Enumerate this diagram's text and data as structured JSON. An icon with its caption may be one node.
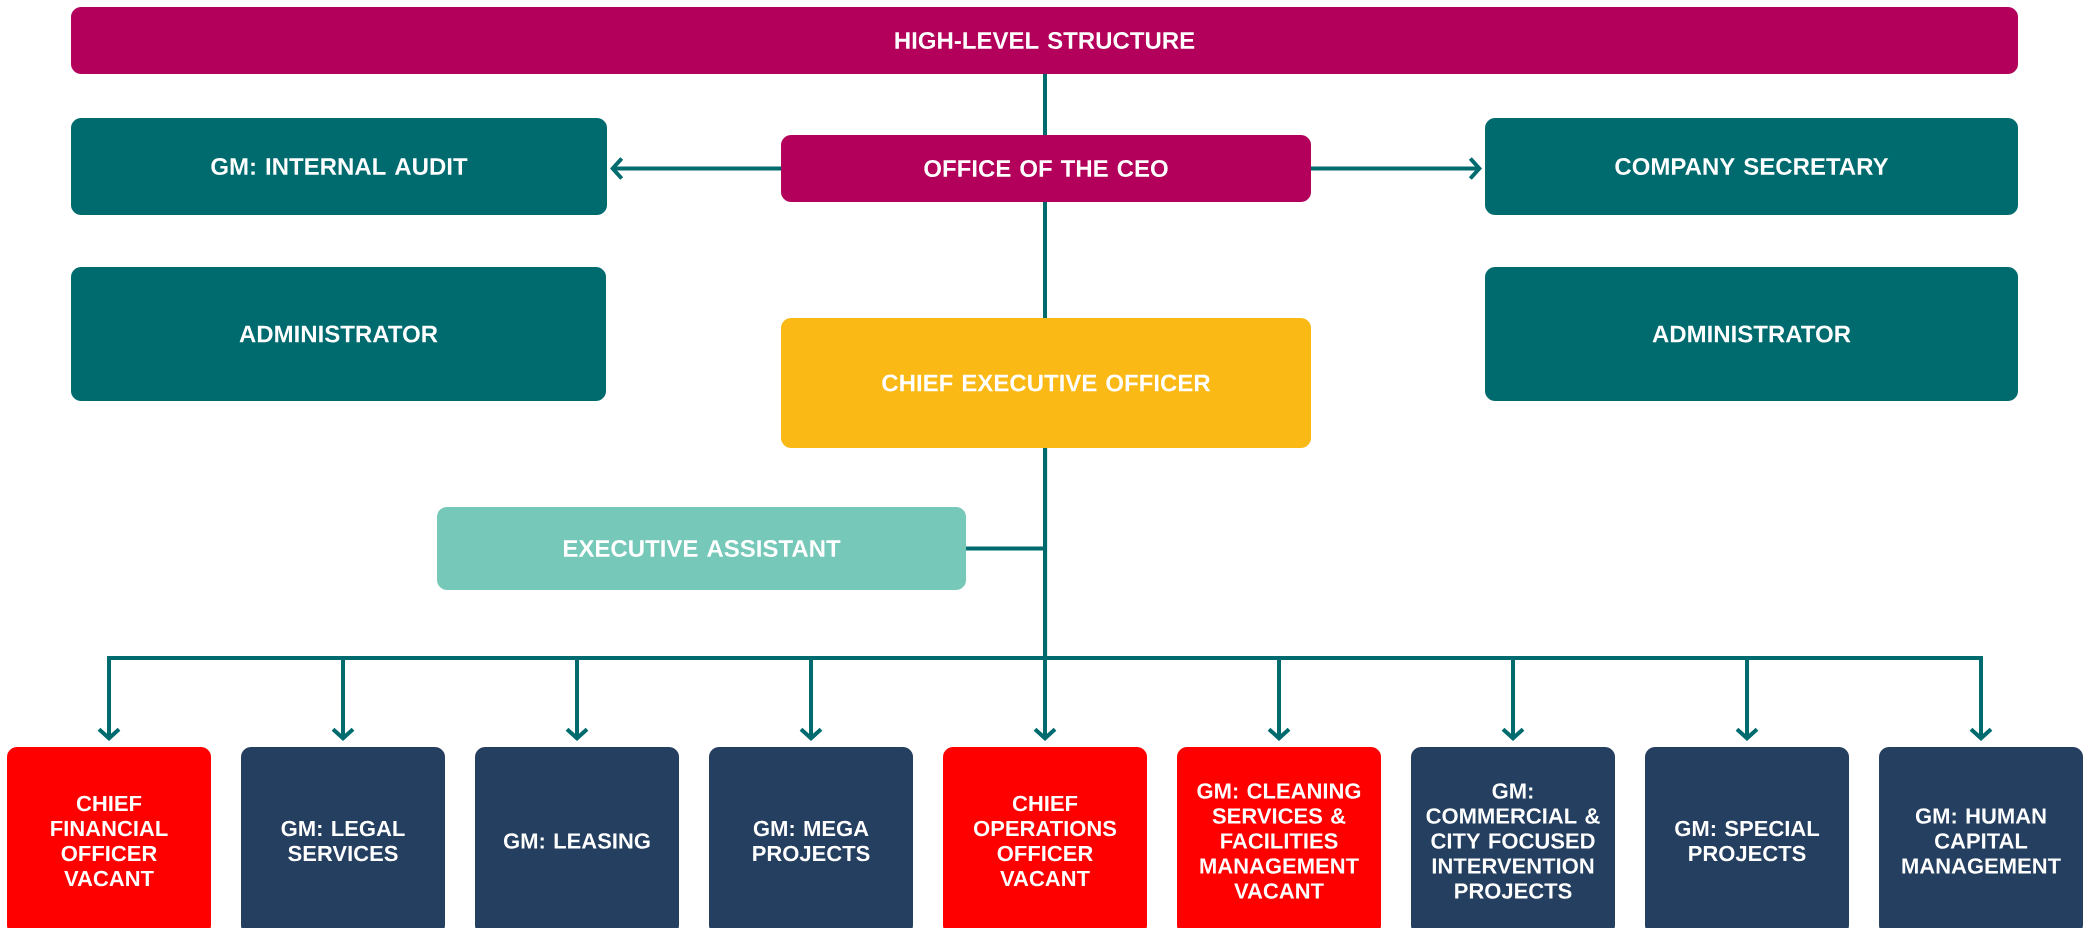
{
  "diagram": {
    "nodes": [
      {
        "text": [
          "HIGH-LEVEL STRUCTURE"
        ]
      },
      {
        "text": [
          "GM: INTERNAL AUDIT"
        ]
      },
      {
        "text": [
          "OFFICE OF THE CEO"
        ]
      },
      {
        "text": [
          "COMPANY SECRETARY"
        ]
      },
      {
        "text": [
          "ADMINISTRATOR"
        ]
      },
      {
        "text": [
          "ADMINISTRATOR"
        ]
      },
      {
        "text": [
          "CHIEF EXECUTIVE OFFICER"
        ]
      },
      {
        "text": [
          "EXECUTIVE ASSISTANT"
        ]
      },
      {
        "text": [
          "CHIEF FINANCIAL OFFICER VACANT"
        ]
      },
      {
        "text": [
          "GM: LEGAL SERVICES"
        ]
      },
      {
        "text": [
          "GM: LEASING"
        ]
      },
      {
        "text": [
          "GM: MEGA PROJECTS"
        ]
      },
      {
        "text": [
          "CHIEF OPERATIONS OFFICER VACANT"
        ]
      },
      {
        "text": [
          "GM: CLEANING SERVICES & FACILITIES MANAGEMENT VACANT"
        ]
      },
      {
        "text": [
          "GM: COMMERCIAL & CITY FOCUSED INTERVENTION PROJECTS"
        ]
      },
      {
        "text": [
          "GM: SPECIAL PROJECTS"
        ]
      },
      {
        "text": [
          "GM: HUMAN CAPITAL MANAGEMENT"
        ]
      }
    ],
    "edges": [
      {
        "from": 0,
        "to": 2,
        "arrow": "none"
      },
      {
        "from": 2,
        "to": 1,
        "arrow": "to"
      },
      {
        "from": 2,
        "to": 3,
        "arrow": "to"
      },
      {
        "from": 2,
        "to": 6,
        "arrow": "none"
      },
      {
        "from": 6,
        "to": 7,
        "arrow": "none"
      },
      {
        "from": 6,
        "to": 8,
        "arrow": "to"
      },
      {
        "from": 6,
        "to": 9,
        "arrow": "to"
      },
      {
        "from": 6,
        "to": 10,
        "arrow": "to"
      },
      {
        "from": 6,
        "to": 11,
        "arrow": "to"
      },
      {
        "from": 6,
        "to": 12,
        "arrow": "to"
      },
      {
        "from": 6,
        "to": 13,
        "arrow": "to"
      },
      {
        "from": 6,
        "to": 14,
        "arrow": "to"
      },
      {
        "from": 6,
        "to": 15,
        "arrow": "to"
      },
      {
        "from": 6,
        "to": 16,
        "arrow": "to"
      }
    ]
  }
}
